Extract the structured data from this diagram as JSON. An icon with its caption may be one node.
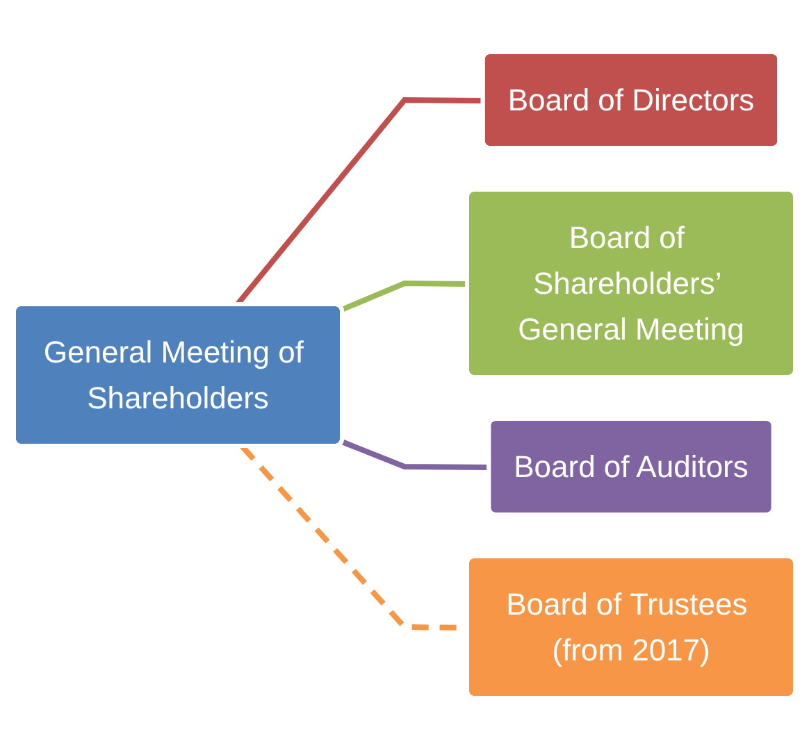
{
  "diagram": {
    "nodes": [
      {
        "text": [
          "General Meeting of Shareholders"
        ]
      },
      {
        "text": [
          "Board of Directors"
        ]
      },
      {
        "text": [
          "Board of Shareholders’ General Meeting"
        ]
      },
      {
        "text": [
          "Board of Auditors"
        ]
      },
      {
        "text": [
          "Board of Trustees (from 2017)"
        ]
      }
    ],
    "edges": [
      {
        "from": 0,
        "to": 1,
        "arrow": "none",
        "color": "#c0504d"
      },
      {
        "from": 0,
        "to": 2,
        "arrow": "none",
        "color": "#9bbb59"
      },
      {
        "from": 0,
        "to": 3,
        "arrow": "none",
        "color": "#8064a2"
      },
      {
        "from": 0,
        "to": 4,
        "arrow": "none",
        "style": "dashed",
        "color": "#f79646"
      }
    ]
  }
}
